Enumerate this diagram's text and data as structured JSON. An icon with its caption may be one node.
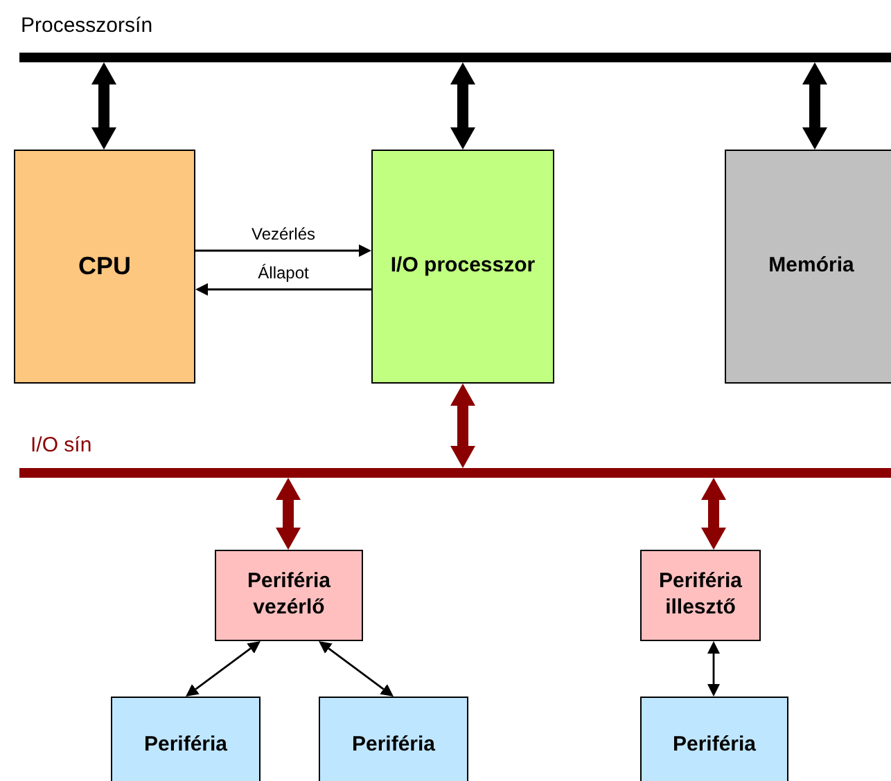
{
  "diagram": {
    "nodes": [
      {
        "text": [],
        "shape": "bar",
        "beside": [
          "Processzorsín"
        ]
      },
      {
        "text": [
          "CPU"
        ]
      },
      {
        "text": [
          "I/O processzor"
        ]
      },
      {
        "text": [
          "Memória"
        ]
      },
      {
        "text": [],
        "shape": "bar",
        "beside": [
          "I/O sín"
        ]
      },
      {
        "text": [
          "Periféria vezérlő"
        ]
      },
      {
        "text": [
          "Periféria illesztő"
        ]
      },
      {
        "text": [
          "Periféria"
        ]
      },
      {
        "text": [
          "Periféria"
        ]
      },
      {
        "text": [
          "Periféria"
        ]
      }
    ],
    "edges": [
      {
        "from": 0,
        "to": 1,
        "arrow": "both"
      },
      {
        "from": 0,
        "to": 2,
        "arrow": "both"
      },
      {
        "from": 0,
        "to": 3,
        "arrow": "both"
      },
      {
        "from": 1,
        "to": 2,
        "arrow": "to",
        "label": "Vezérlés"
      },
      {
        "from": 2,
        "to": 1,
        "arrow": "to",
        "label": "Állapot"
      },
      {
        "from": 2,
        "to": 4,
        "arrow": "both",
        "color": "#8b0000"
      },
      {
        "from": 4,
        "to": 5,
        "arrow": "both",
        "color": "#8b0000"
      },
      {
        "from": 4,
        "to": 6,
        "arrow": "both",
        "color": "#8b0000"
      },
      {
        "from": 5,
        "to": 7,
        "arrow": "both"
      },
      {
        "from": 5,
        "to": 8,
        "arrow": "both"
      },
      {
        "from": 6,
        "to": 9,
        "arrow": "both"
      }
    ]
  }
}
